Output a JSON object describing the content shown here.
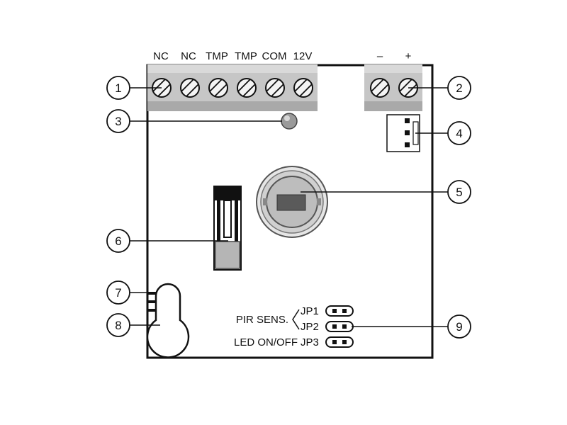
{
  "terminals_left": [
    "NC",
    "NC",
    "TMP",
    "TMP",
    "COM",
    "12V"
  ],
  "terminals_right": [
    "–",
    "+"
  ],
  "callouts": [
    "1",
    "2",
    "3",
    "4",
    "5",
    "6",
    "7",
    "8",
    "9"
  ],
  "jumpers": {
    "group_label": "PIR SENS.",
    "jp1": "JP1",
    "jp2": "JP2",
    "led_label": "LED ON/OFF",
    "jp3": "JP3"
  }
}
